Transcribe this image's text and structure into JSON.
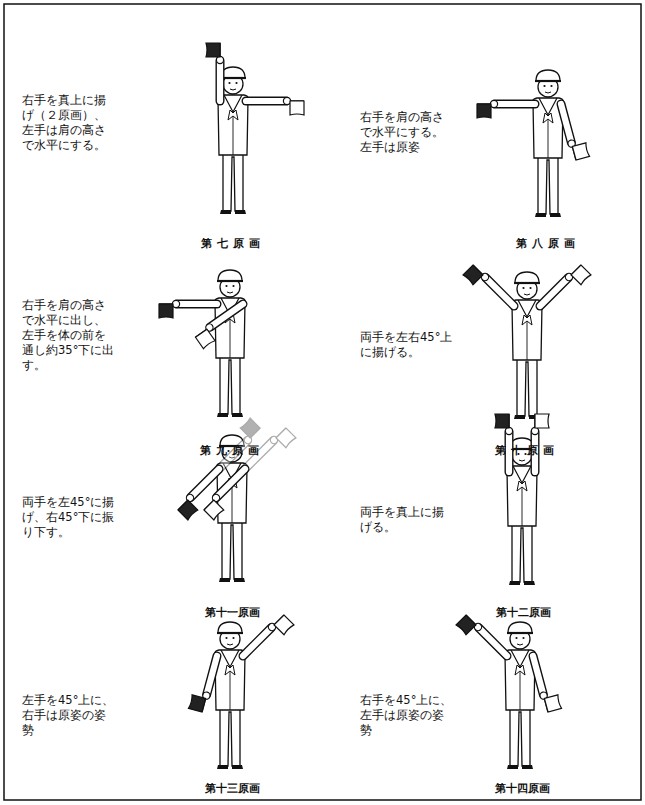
{
  "diagram": {
    "labels": [
      "右手を真上に揚げ（２原画）、左手は肩の高さで水平にする。",
      "第七原画",
      "右手を肩の高さで水平にする。左手は原姿",
      "第八原画",
      "右手を肩の高さで水平に出し、左手を体の前を通し約35°下に出す。",
      "第九原画",
      "両手を左右45°上に揚げる。",
      "第十原画",
      "両手を左45°に揚げ、右45°下に振り下す。",
      "第十一原画",
      "両手を真上に揚げる。",
      "第十二原画",
      "左手を45°上に、右手は原姿の姿勢",
      "第十三原画",
      "右手を45°上に、左手は原姿の姿勢",
      "第十四原画"
    ]
  }
}
